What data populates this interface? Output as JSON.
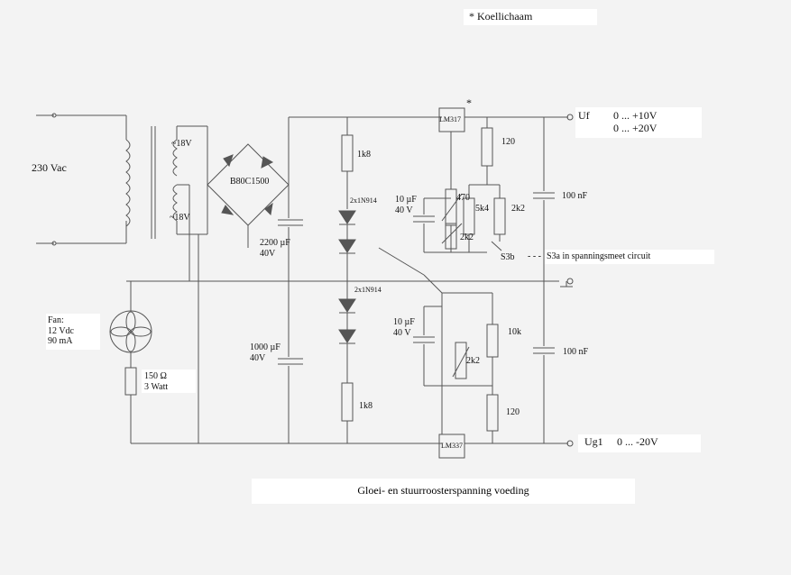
{
  "heatsink_note": "*  Koellichaam",
  "asterisk_mark": "*",
  "mains_label": "230 Vac",
  "secondary_upper": "~18V",
  "secondary_lower": "~18V",
  "bridge_label": "B80C1500",
  "cap_main_label": "2200 µF\n40V",
  "cap_lower_label": "1000 µF\n40V",
  "resistor_top_1k8": "1k8",
  "resistor_bottom_1k8": "1k8",
  "diodes_top_label": "2x1N914",
  "diodes_bottom_label": "2x1N914",
  "reg_top_label": "LM317",
  "reg_bottom_label": "LM337",
  "cap_10u_top": "10 µF\n40 V",
  "cap_10u_bottom": "10 µF\n40 V",
  "pot_470": "470",
  "pot_2k2_top": "2k2",
  "r_5k4": "5k4",
  "r_2k2_right": "2k2",
  "r_120_top": "120",
  "r_10k": "10k",
  "pot_2k2_bottom": "2k2",
  "r_120_bottom": "120",
  "cap_100n_top": "100 nF",
  "cap_100n_bottom": "100 nF",
  "switch_s3b": "S3b",
  "switch_s3a_note": "S3a in spanningsmeet circuit",
  "output_uf_name": "Uf",
  "output_uf_range1": "0  ...  +10V",
  "output_uf_range2": "0  ...  +20V",
  "output_ug1_name": "Ug1",
  "output_ug1_range": "0  ...  -20V",
  "fan_label": "Fan:\n12 Vdc\n90 mA",
  "fan_resistor": "150 Ω\n3 Watt",
  "title": "Gloei- en stuurroosterspanning voeding"
}
